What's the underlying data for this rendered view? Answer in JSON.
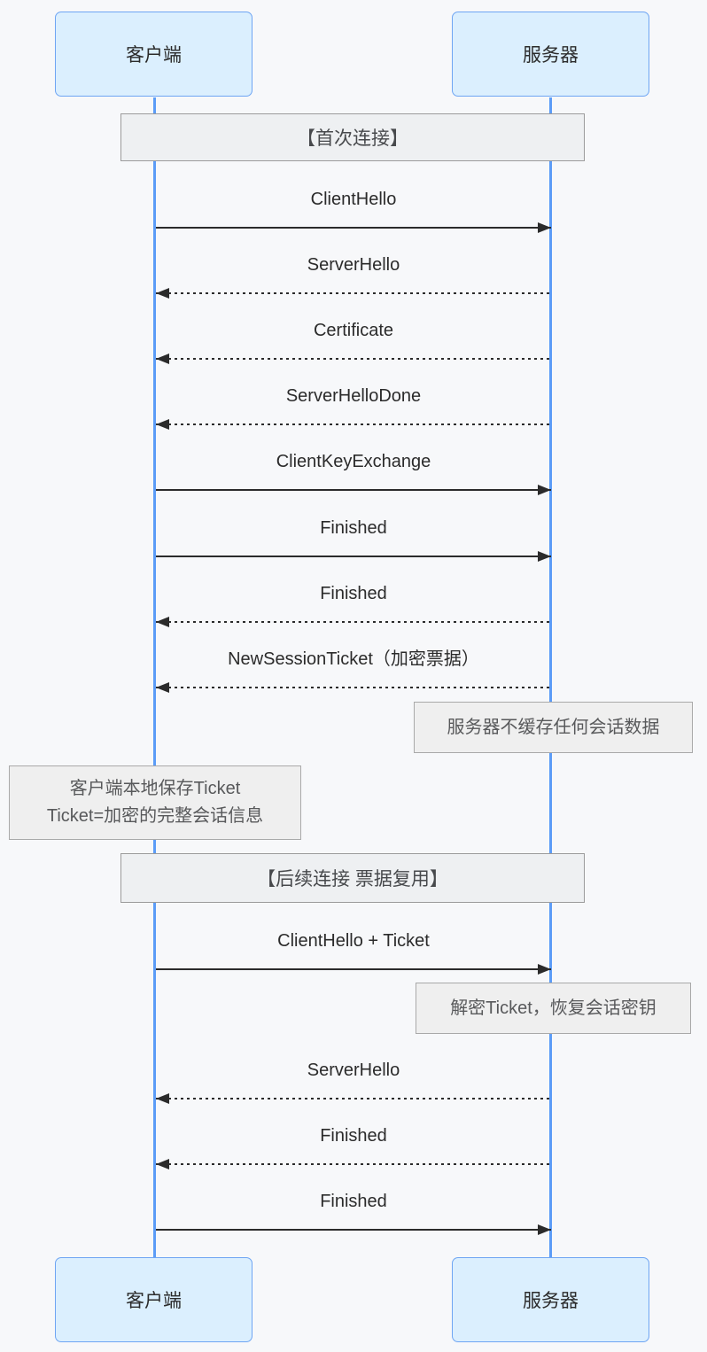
{
  "colors": {
    "background": "#f7f8fa",
    "actor_fill": "#dbeffe",
    "actor_border": "#6ea5f3",
    "lifeline_blue": "#5b9cf7",
    "arrow_black": "#2b2b2b",
    "banner_fill": "#eef0f2",
    "banner_border": "#9b9b9b",
    "note_fill": "#efefef",
    "note_border": "#a9a9a9",
    "note_text": "#58595b"
  },
  "actors": {
    "client": "客户端",
    "server": "服务器"
  },
  "banners": [
    {
      "label": "【首次连接】"
    },
    {
      "label": "【后续连接 票据复用】"
    }
  ],
  "messages": [
    {
      "label": "ClientHello",
      "from": "client",
      "to": "server",
      "line": "solid"
    },
    {
      "label": "ServerHello",
      "from": "server",
      "to": "client",
      "line": "dashed"
    },
    {
      "label": "Certificate",
      "from": "server",
      "to": "client",
      "line": "dashed"
    },
    {
      "label": "ServerHelloDone",
      "from": "server",
      "to": "client",
      "line": "dashed"
    },
    {
      "label": "ClientKeyExchange",
      "from": "client",
      "to": "server",
      "line": "solid"
    },
    {
      "label": "Finished",
      "from": "client",
      "to": "server",
      "line": "solid"
    },
    {
      "label": "Finished",
      "from": "server",
      "to": "client",
      "line": "dashed"
    },
    {
      "label": "NewSessionTicket（加密票据）",
      "from": "server",
      "to": "client",
      "line": "dashed"
    },
    {
      "label": "ClientHello + Ticket",
      "from": "client",
      "to": "server",
      "line": "solid"
    },
    {
      "label": "ServerHello",
      "from": "server",
      "to": "client",
      "line": "dashed"
    },
    {
      "label": "Finished",
      "from": "server",
      "to": "client",
      "line": "dashed"
    },
    {
      "label": "Finished",
      "from": "client",
      "to": "server",
      "line": "solid"
    }
  ],
  "notes": [
    {
      "side": "right",
      "lines": [
        "服务器不缓存任何会话数据"
      ]
    },
    {
      "side": "left",
      "lines": [
        "客户端本地保存Ticket",
        "Ticket=加密的完整会话信息"
      ]
    },
    {
      "side": "right",
      "lines": [
        "解密Ticket，恢复会话密钥"
      ]
    }
  ]
}
